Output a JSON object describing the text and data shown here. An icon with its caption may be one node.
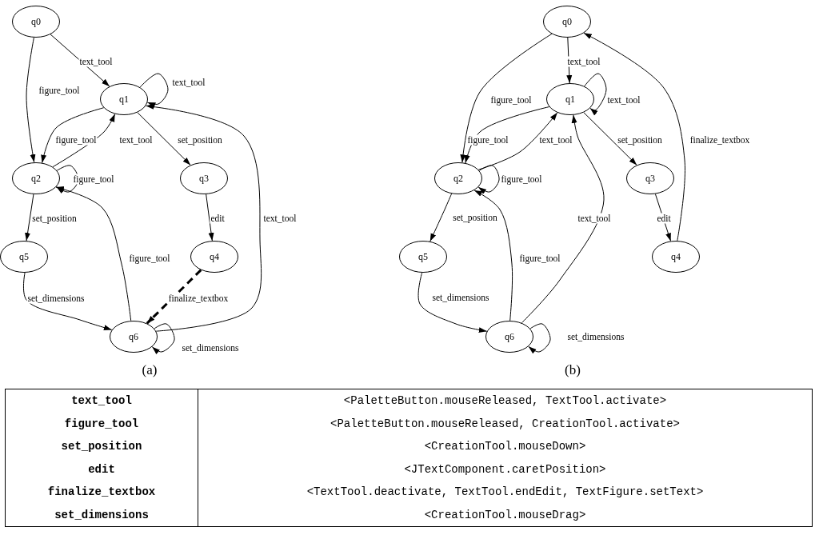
{
  "diagram": {
    "nodes": [
      {
        "text": [
          "q0"
        ]
      },
      {
        "text": [
          "q1"
        ]
      },
      {
        "text": [
          "q2"
        ]
      },
      {
        "text": [
          "q3"
        ]
      },
      {
        "text": [
          "q4"
        ]
      },
      {
        "text": [
          "q5"
        ]
      },
      {
        "text": [
          "q6"
        ]
      },
      {
        "text": [
          "q0"
        ]
      },
      {
        "text": [
          "q1"
        ]
      },
      {
        "text": [
          "q2"
        ]
      },
      {
        "text": [
          "q3"
        ]
      },
      {
        "text": [
          "q4"
        ]
      },
      {
        "text": [
          "q5"
        ]
      },
      {
        "text": [
          "q6"
        ]
      }
    ],
    "edges": [
      {
        "from": 0,
        "to": 1,
        "arrow": "to",
        "label": "text_tool"
      },
      {
        "from": 0,
        "to": 2,
        "arrow": "to",
        "label": "figure_tool"
      },
      {
        "from": 1,
        "to": 1,
        "arrow": "to",
        "label": "text_tool"
      },
      {
        "from": 1,
        "to": 2,
        "arrow": "to",
        "label": "figure_tool"
      },
      {
        "from": 2,
        "to": 1,
        "arrow": "to",
        "label": "text_tool"
      },
      {
        "from": 1,
        "to": 3,
        "arrow": "to",
        "label": "set_position"
      },
      {
        "from": 2,
        "to": 2,
        "arrow": "to",
        "label": "figure_tool"
      },
      {
        "from": 2,
        "to": 5,
        "arrow": "to",
        "label": "set_position"
      },
      {
        "from": 3,
        "to": 4,
        "arrow": "to",
        "label": "edit"
      },
      {
        "from": 4,
        "to": 6,
        "arrow": "to",
        "label": "finalize_textbox",
        "style": "dashed"
      },
      {
        "from": 6,
        "to": 2,
        "arrow": "to",
        "label": "figure_tool"
      },
      {
        "from": 6,
        "to": 1,
        "arrow": "to",
        "label": "text_tool"
      },
      {
        "from": 5,
        "to": 6,
        "arrow": "to",
        "label": "set_dimensions"
      },
      {
        "from": 6,
        "to": 6,
        "arrow": "to",
        "label": "set_dimensions"
      },
      {
        "from": 7,
        "to": 8,
        "arrow": "to",
        "label": "text_tool"
      },
      {
        "from": 7,
        "to": 9,
        "arrow": "to",
        "label": "figure_tool"
      },
      {
        "from": 8,
        "to": 8,
        "arrow": "to",
        "label": "text_tool"
      },
      {
        "from": 8,
        "to": 9,
        "arrow": "to",
        "label": "figure_tool"
      },
      {
        "from": 9,
        "to": 8,
        "arrow": "to",
        "label": "text_tool"
      },
      {
        "from": 8,
        "to": 10,
        "arrow": "to",
        "label": "set_position"
      },
      {
        "from": 9,
        "to": 9,
        "arrow": "to",
        "label": "figure_tool"
      },
      {
        "from": 9,
        "to": 12,
        "arrow": "to",
        "label": "set_position"
      },
      {
        "from": 10,
        "to": 11,
        "arrow": "to",
        "label": "edit"
      },
      {
        "from": 11,
        "to": 7,
        "arrow": "to",
        "label": "finalize_textbox"
      },
      {
        "from": 13,
        "to": 9,
        "arrow": "to",
        "label": "figure_tool"
      },
      {
        "from": 13,
        "to": 8,
        "arrow": "to",
        "label": "text_tool"
      },
      {
        "from": 12,
        "to": 13,
        "arrow": "to",
        "label": "set_dimensions"
      },
      {
        "from": 13,
        "to": 13,
        "arrow": "to",
        "label": "set_dimensions"
      }
    ],
    "labels": [
      "(a)",
      "(b)",
      "text_tool",
      "<PaletteButton.mouseReleased, TextTool.activate>",
      "figure_tool",
      "<PaletteButton.mouseReleased, CreationTool.activate>",
      "set_position",
      "<CreationTool.mouseDown>",
      "edit",
      "<JTextComponent.caretPosition>",
      "finalize_textbox",
      "<TextTool.deactivate, TextTool.endEdit, TextFigure.setText>",
      "set_dimensions",
      "<CreationTool.mouseDrag>"
    ]
  }
}
